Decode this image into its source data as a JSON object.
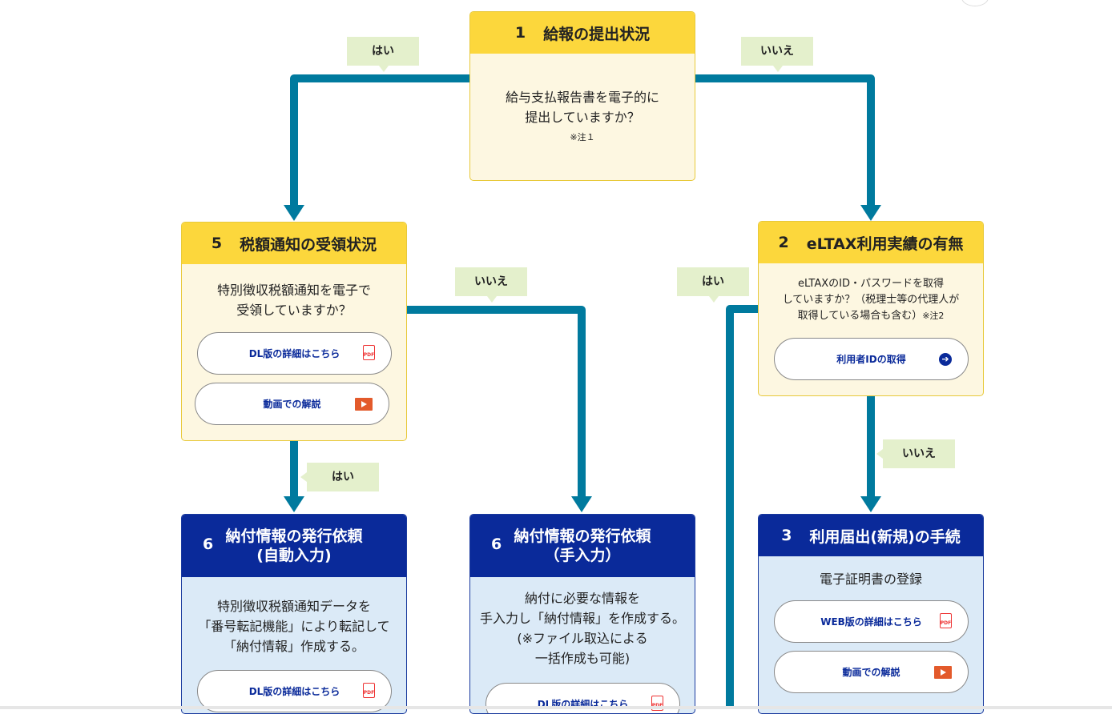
{
  "labels": {
    "yes": "はい",
    "no": "いいえ"
  },
  "box1": {
    "num": "1",
    "title": "給報の提出状況",
    "line1": "給与支払報告書を電子的に",
    "line2": "提出していますか？",
    "note": "※注１"
  },
  "box2": {
    "num": "2",
    "title": "eLTAX利用実績の有無",
    "line1": "eLTAXのID・パスワードを取得",
    "line2": "していますか？（税理士等の代理人が",
    "line3": "取得している場合も含む）",
    "note": "※注2",
    "button": "利用者IDの取得"
  },
  "box3": {
    "num": "3",
    "title": "利用届出(新規)の手続",
    "line1": "電子証明書の登録",
    "button1": "WEB版の詳細はこちら",
    "button2": "動画での解説"
  },
  "box5": {
    "num": "5",
    "title": "税額通知の受領状況",
    "line1": "特別徴収税額通知を電子で",
    "line2": "受領していますか？",
    "button1": "DL版の詳細はこちら",
    "button2": "動画での解説"
  },
  "box6a": {
    "num": "6",
    "title1": "納付情報の発行依頼",
    "title2": "(自動入力)",
    "line1": "特別徴収税額通知データを",
    "line2": "「番号転記機能」により転記して",
    "line3": "「納付情報」作成する。",
    "button1": "DL版の詳細はこちら"
  },
  "box6b": {
    "num": "6",
    "title1": "納付情報の発行依頼",
    "title2": "（手入力）",
    "line1": "納付に必要な情報を",
    "line2": "手入力し「納付情報」を作成する。",
    "line3": "(※ファイル取込による",
    "line4": "一括作成も可能)",
    "button1": "DL版の詳細はこちら"
  },
  "icons": {
    "pdf": "PDF",
    "arrow": "➔"
  },
  "colors": {
    "connector": "#007a9e",
    "yellow_head": "#fcd73c",
    "yellow_body": "#fdf7e1",
    "blue_head": "#0a2a9a",
    "blue_body": "#dbeaf7",
    "label_bg": "#e4f0cc"
  }
}
